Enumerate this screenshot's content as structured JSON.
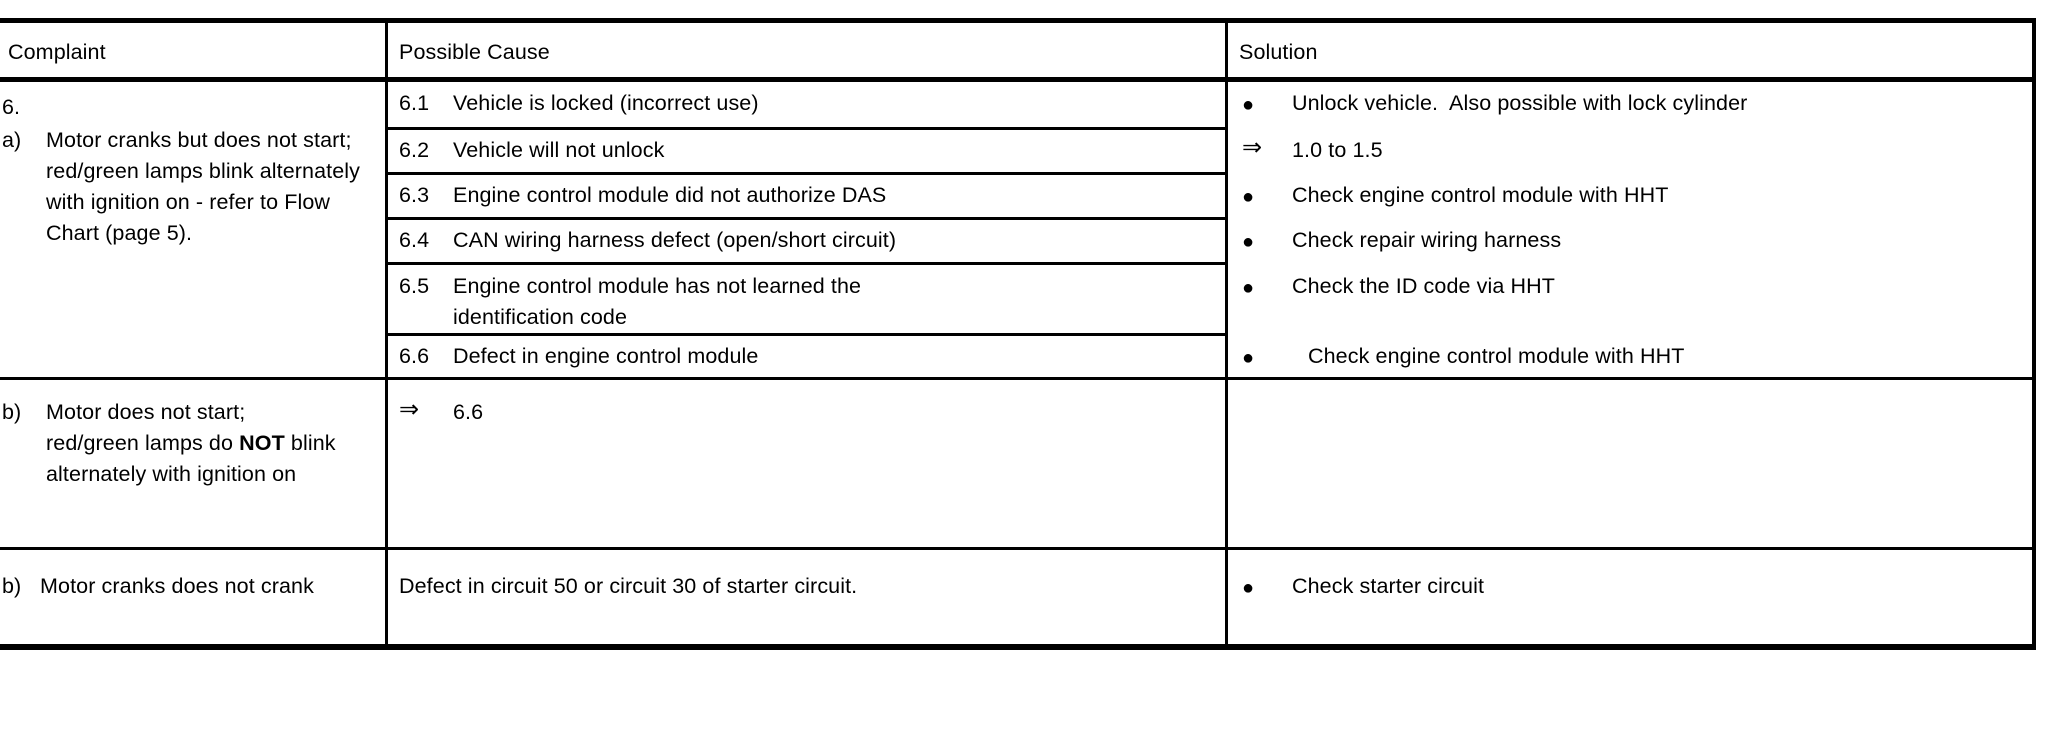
{
  "document": {
    "type": "troubleshooting-table",
    "headers": {
      "complaint": "Complaint",
      "possible_cause": "Possible Cause",
      "solution": "Solution"
    },
    "complaints": [
      {
        "number": "6.",
        "marker": "a)",
        "text": "Motor cranks but does not start;\nred/green lamps blink alternately\nwith ignition on - refer to Flow\nChart (page 5)."
      },
      {
        "marker": "b)",
        "text_before_bold": "Motor does not start;\nred/green lamps do ",
        "bold": "NOT",
        "text_after_bold": " blink\nalternately with ignition on"
      },
      {
        "marker": "b)",
        "text": "Motor cranks does not crank"
      }
    ],
    "causes": [
      {
        "id": "6.1",
        "text": "Vehicle is locked (incorrect use)"
      },
      {
        "id": "6.2",
        "text": "Vehicle will not unlock"
      },
      {
        "id": "6.3",
        "text": "Engine control module did not authorize DAS"
      },
      {
        "id": "6.4",
        "text": "CAN wiring harness defect (open/short circuit)"
      },
      {
        "id": "6.5",
        "text": "Engine control module has not learned the\nidentification code"
      },
      {
        "id": "6.6",
        "text": "Defect in engine control module"
      },
      {
        "id": "⇒",
        "text": "6.6"
      },
      {
        "id": "",
        "text": "Defect in circuit 50 or circuit 30 of starter circuit."
      }
    ],
    "solutions": [
      {
        "marker": "●",
        "text": "Unlock vehicle.  Also possible with lock cylinder"
      },
      {
        "marker": "⇒",
        "text": "1.0 to 1.5"
      },
      {
        "marker": "●",
        "text": "Check engine control module with HHT"
      },
      {
        "marker": "●",
        "text": "Check repair wiring harness"
      },
      {
        "marker": "●",
        "text": "Check the ID code via HHT"
      },
      {
        "marker": "●",
        "text": "Check engine control module with HHT"
      },
      {
        "marker": "",
        "text": ""
      },
      {
        "marker": "●",
        "text": "Check starter circuit"
      }
    ]
  }
}
